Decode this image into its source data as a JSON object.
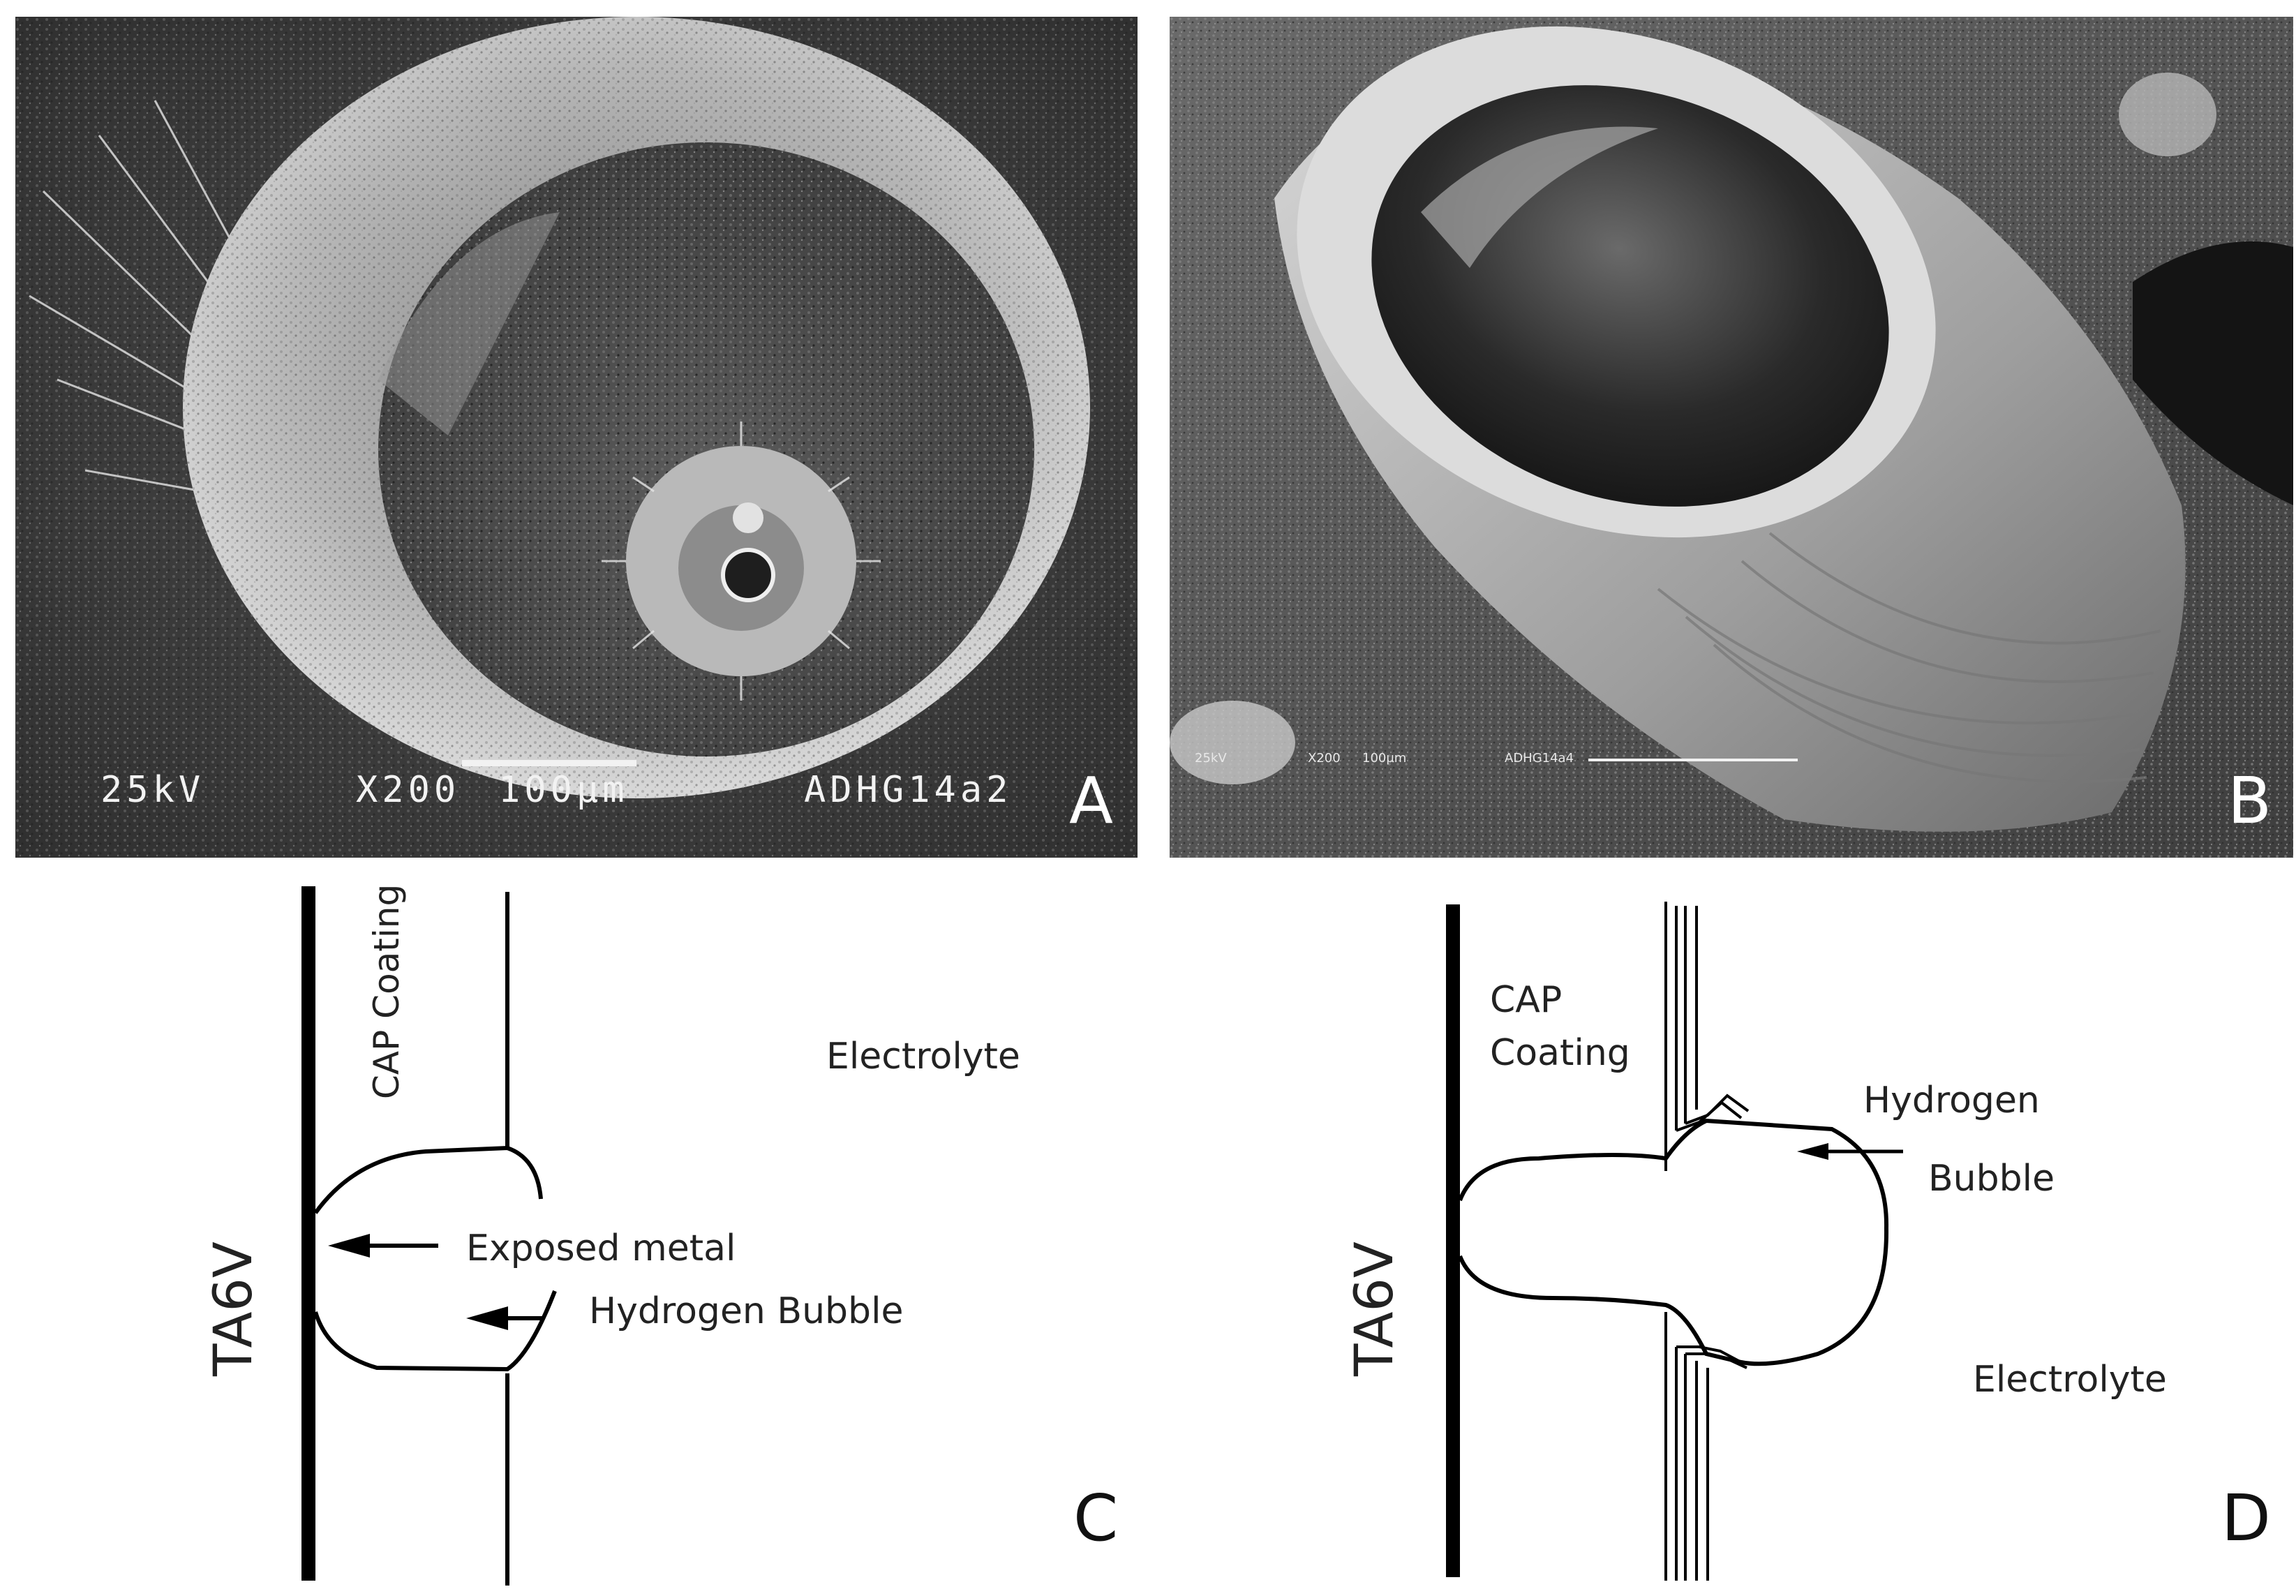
{
  "panels": {
    "a": {
      "letter": "A",
      "voltage": "25kV",
      "magnification": "X200",
      "scale_text": "100µm",
      "sample_id": "ADHG14a2"
    },
    "b": {
      "letter": "B",
      "voltage": "25kV",
      "magnification": "X200",
      "scale_text": "100µm",
      "sample_id": "ADHG14a4"
    },
    "c": {
      "letter": "C",
      "substrate": "TA6V",
      "coating": "CAP Coating",
      "electrolyte": "Electrolyte",
      "exposed_metal": "Exposed metal",
      "bubble": "Hydrogen Bubble"
    },
    "d": {
      "letter": "D",
      "substrate": "TA6V",
      "coating_line1": "CAP",
      "coating_line2": "Coating",
      "bubble_line1": "Hydrogen",
      "bubble_line2": "Bubble",
      "electrolyte": "Electrolyte"
    }
  },
  "colors": {
    "letter_on_photo": "#ffffff",
    "letter_on_white": "#111111",
    "ink": "#000000"
  }
}
